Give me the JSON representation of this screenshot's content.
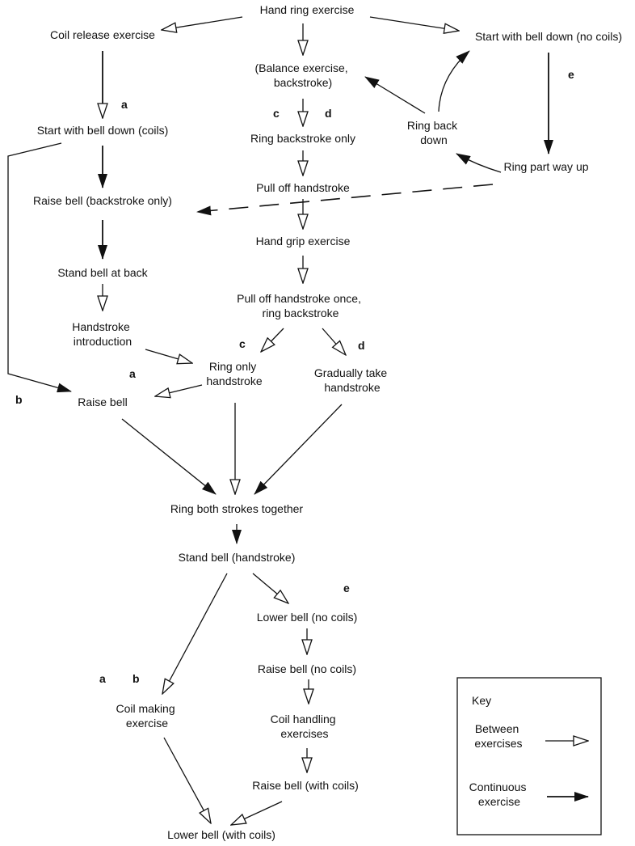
{
  "nodes": {
    "hand_ring": "Hand ring exercise",
    "coil_release": "Coil release exercise",
    "start_no_coils": "Start with bell down (no coils)",
    "balance": [
      "(Balance exercise,",
      "backstroke)"
    ],
    "start_coils": "Start with bell down (coils)",
    "ring_back_down": [
      "Ring back",
      "down"
    ],
    "ring_backstroke_only": "Ring backstroke only",
    "ring_part_way": "Ring part way up",
    "pull_off_handstroke": "Pull off handstroke",
    "raise_backstroke": "Raise bell (backstroke only)",
    "hand_grip": "Hand grip exercise",
    "stand_at_back": "Stand bell at back",
    "pull_off_once": [
      "Pull off handstroke once,",
      "ring backstroke"
    ],
    "handstroke_intro": [
      "Handstroke",
      "introduction"
    ],
    "ring_only_handstroke": [
      "Ring only",
      "handstroke"
    ],
    "gradually": [
      "Gradually take",
      "handstroke"
    ],
    "raise_bell": "Raise bell",
    "ring_both": "Ring both strokes together",
    "stand_handstroke": "Stand bell (handstroke)",
    "lower_no_coils": "Lower bell (no coils)",
    "raise_no_coils": "Raise bell (no coils)",
    "coil_making": [
      "Coil making",
      "exercise"
    ],
    "coil_handling": [
      "Coil handling",
      "exercises"
    ],
    "raise_with_coils": "Raise bell (with coils)",
    "lower_with_coils": "Lower bell (with coils)"
  },
  "labels": {
    "a1": "a",
    "e1": "e",
    "c1": "c",
    "d1": "d",
    "c2": "c",
    "d2": "d",
    "a2": "a",
    "b1": "b",
    "e2": "e",
    "a3": "a",
    "b2": "b"
  },
  "key": {
    "title": "Key",
    "between": [
      "Between",
      "exercises"
    ],
    "continuous": [
      "Continuous",
      "exercise"
    ]
  }
}
